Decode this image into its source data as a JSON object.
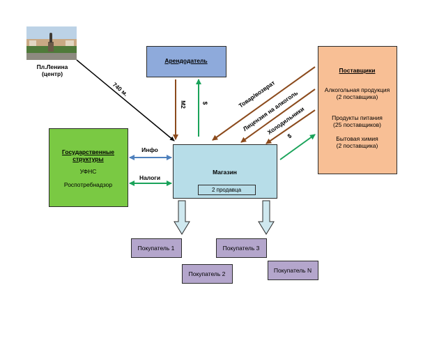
{
  "landmark": {
    "image": "statue-photo",
    "label_line1": "Пл.Ленина",
    "label_line2": "(центр)"
  },
  "landlord": {
    "title": "Арендодатель"
  },
  "suppliers": {
    "title": "Поставщики",
    "alcohol": "Алкогольная продукция",
    "alcohol_count": "(2 поставщика)",
    "food": "Продукты питания",
    "food_count": "(25  поставщиков)",
    "chem": "Бытовая химия",
    "chem_count": "(2 поставщика)"
  },
  "government": {
    "title_line1": "Государственные",
    "title_line2": "структуры",
    "item1": "УФНС",
    "item2": "Роспотребнадзор"
  },
  "shop": {
    "title": "Магазин",
    "staff": "2 продавца"
  },
  "labels": {
    "distance": "740 м.",
    "m2": "М2",
    "dollar_landlord": "$",
    "dollar_supplier": "$",
    "info": "Инфо",
    "taxes": "Налоги",
    "goods_return": "Товар/возврат",
    "license": "Лицензия на алкоголь",
    "fridges": "Холодильники"
  },
  "buyers": [
    "Покупатель 1",
    "Покупатель 3",
    "Покупатель 2",
    "Покупатель N"
  ],
  "colors": {
    "landlord_fill": "#8eaadb",
    "suppliers_fill": "#f8bf95",
    "government_fill": "#7ac943",
    "shop_fill": "#b7dde8",
    "buyer_fill": "#b4a6cc",
    "arrow_brown": "#8b4a1c",
    "arrow_green": "#1aa35a",
    "arrow_blue": "#4f81bd",
    "down_arrow_fill": "#cfe8ef"
  }
}
